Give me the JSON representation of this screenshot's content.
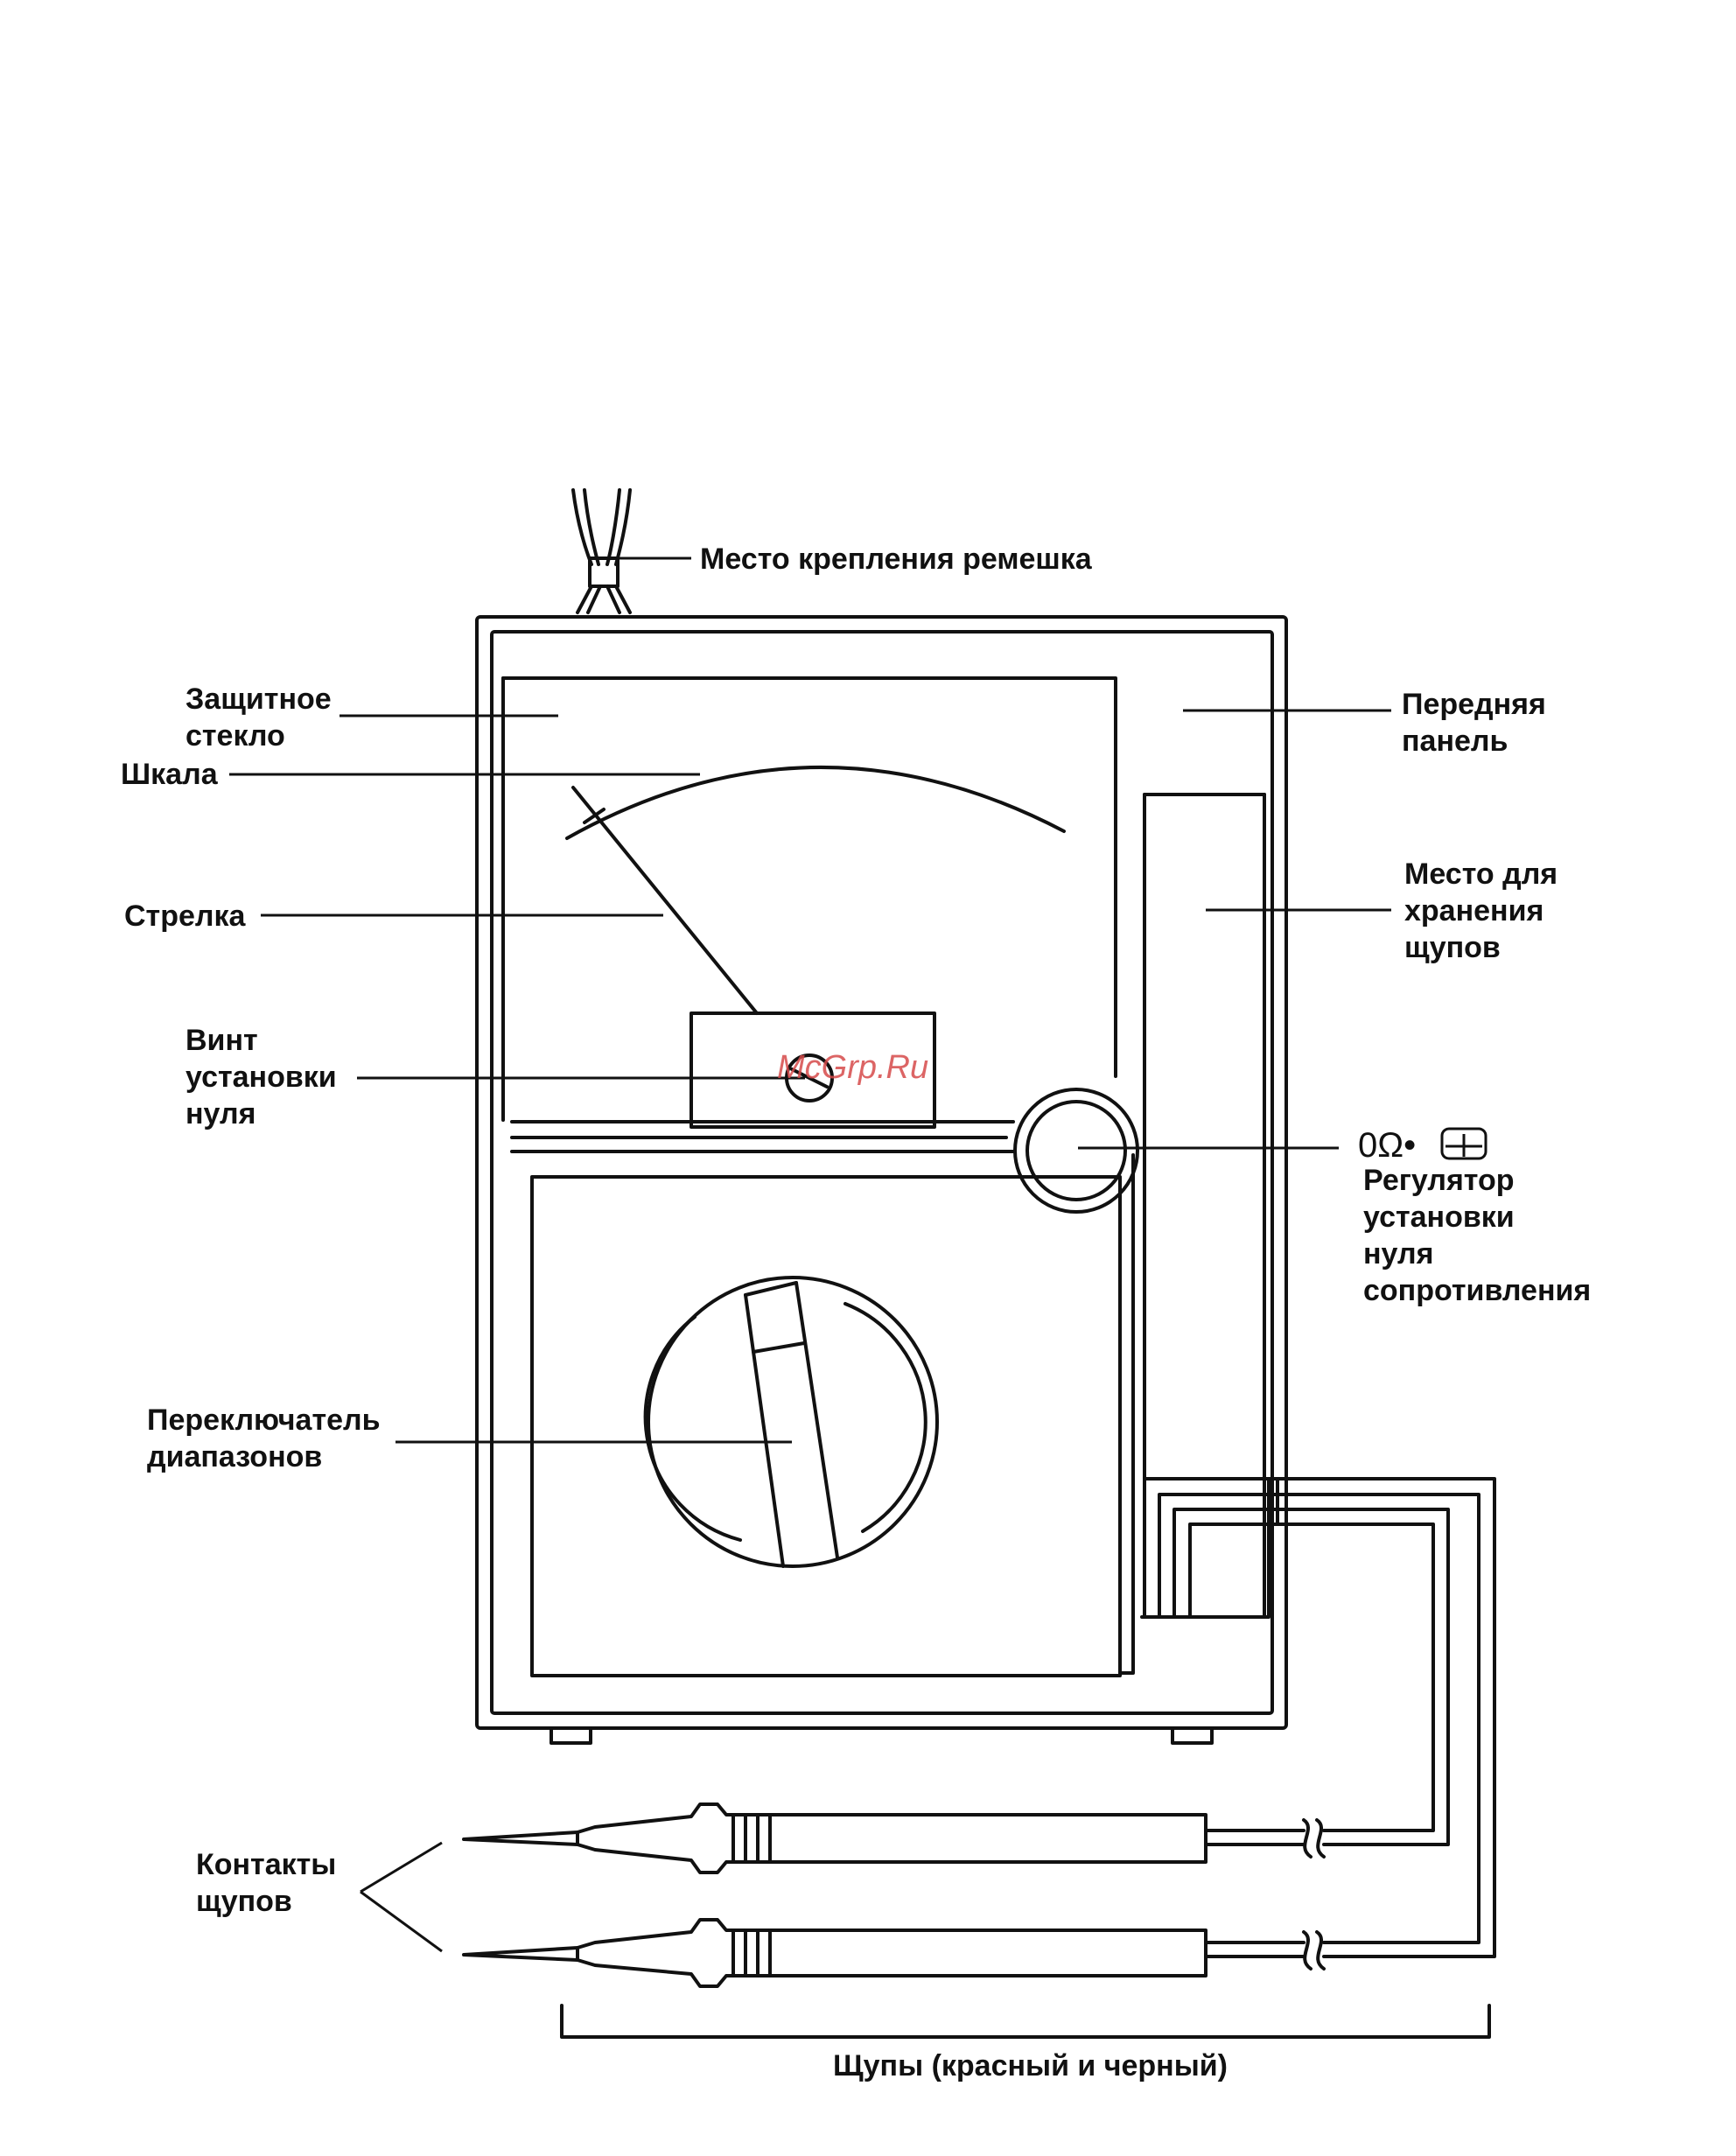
{
  "labels": {
    "strap_mount": "Место крепления ремешка",
    "protective_glass": [
      "Защитное",
      "стекло"
    ],
    "scale": "Шкала",
    "pointer": "Стрелка",
    "zero_screw": [
      "Винт",
      "установки",
      "нуля"
    ],
    "front_panel": [
      "Передняя",
      "панель"
    ],
    "probe_storage": [
      "Место для",
      "хранения",
      "щупов"
    ],
    "ohm_zero_symbol": "0Ω•",
    "ohm_zero_regulator": [
      "Регулятор",
      "установки",
      "нуля",
      "сопротивления"
    ],
    "range_switch": [
      "Переключатель",
      "диапазонов"
    ],
    "probe_contacts": [
      "Контакты",
      "щупов"
    ],
    "probes": "Щупы (красный и черный)"
  },
  "watermark": "McGrp.Ru",
  "icons": {
    "meter_symbol": "meter-gauge-icon"
  },
  "colors": {
    "line": "#111111",
    "watermark": "#d64b4b"
  }
}
